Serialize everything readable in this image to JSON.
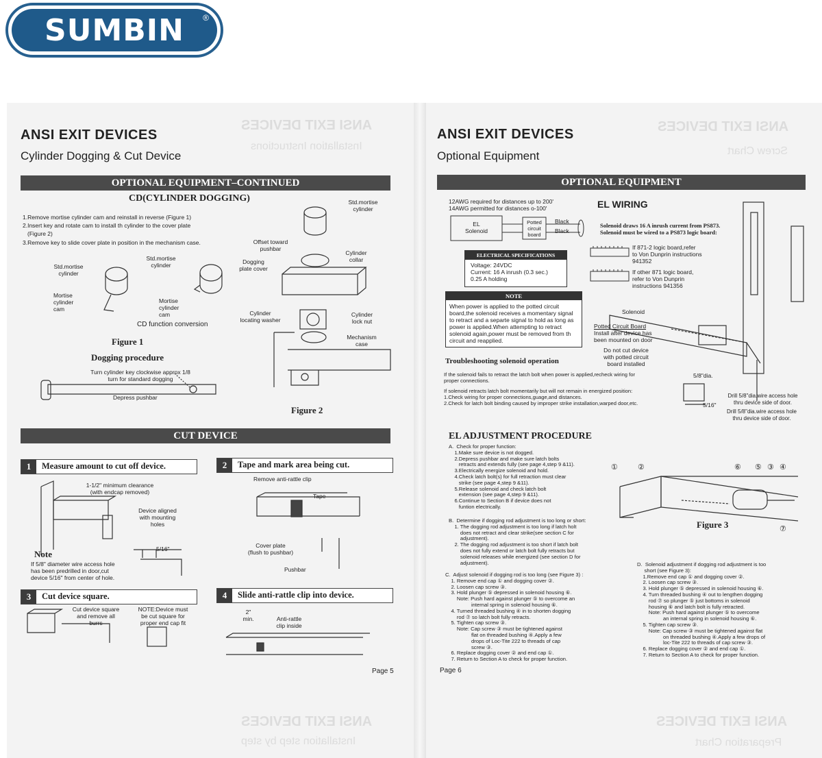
{
  "brand": {
    "logo_text": "SUMBIN",
    "reg_mark": "®"
  },
  "left_page": {
    "title": "ANSI EXIT DEVICES",
    "subtitle": "Cylinder Dogging & Cut Device",
    "section_bar": "OPTIONAL EQUIPMENT–CONTINUED",
    "cd_title": "CD(CYLINDER DOGGING)",
    "cd_steps": [
      "1.Remove mortise cylinder cam and reinstall in reverse (Figure 1)",
      "2.Insert key and rotate cam to install th cylinder to the cover plate",
      "(Figure 2)",
      "3.Remove key to slide cover plate in position in the mechanism case."
    ],
    "fig1_labels": {
      "std_mortise_1": "Std.mortise\ncylinder",
      "std_mortise_2": "Std.mortise\ncylinder",
      "mortise_cam_1": "Mortise\ncylinder\ncam",
      "mortise_cam_2": "Mortise\ncylinder\ncam",
      "conversion": "CD function conversion",
      "figure": "Figure 1",
      "procedure": "Dogging procedure",
      "turn_key": "Turn cylinder key clockwise approx 1/8\nturn for standard dogging",
      "depress": "Depress pushbar"
    },
    "fig2_labels": {
      "std_mortise": "Std.mortise\ncylinder",
      "offset": "Offset toward\npushbar",
      "cyl_collar": "Cylinder\ncollar",
      "dogging_cover": "Dogging\nplate cover",
      "cyl_washer": "Cylinder\nlocating washer",
      "cyl_nut": "Cylinder\nlock nut",
      "mech_case": "Mechanism\ncase",
      "figure": "Figure 2"
    },
    "cut_bar": "CUT DEVICE",
    "cut_steps": [
      {
        "num": "1",
        "label": "Measure amount to cut off device."
      },
      {
        "num": "2",
        "label": "Tape and mark area being cut."
      },
      {
        "num": "3",
        "label": "Cut device square."
      },
      {
        "num": "4",
        "label": "Slide anti-rattle clip into device."
      }
    ],
    "step1_labels": {
      "clearance": "1-1/2\" minimum clearance\n(with endcap removed)",
      "aligned": "Device aligned\nwith mounting\nholes",
      "dim": "5/16\"",
      "note_title": "Note",
      "note_text": "If 5/8\" diameter wire access hole\nhas been predrilled in door,cut\ndevice 5/16\" from center of hole."
    },
    "step2_labels": {
      "remove_clip": "Remove anti-rattle clip",
      "tape": "Tape",
      "cover_plate": "Cover plate\n(flush to pushbar)",
      "pushbar": "Pushbar"
    },
    "step3_labels": {
      "cut_square": "Cut device square\nand remove all\nburrs",
      "note": "NOTE:Device must\nbe cut square for\nproper end cap fit"
    },
    "step4_labels": {
      "dim": "2\"\nmin.",
      "clip_inside": "Anti-rattle\nclip inside"
    },
    "page": "Page 5"
  },
  "right_page": {
    "title": "ANSI EXIT DEVICES",
    "subtitle": "Optional Equipment",
    "section_bar": "OPTIONAL EQUIPMENT",
    "wiring_note": "12AWG required for distances up to 200'\n14AWG permitted for distances o-100'",
    "el_wiring": "EL WIRING",
    "box_solenoid": "EL\nSolenoid",
    "box_board": "Potted\ncircuit\nboard",
    "wire_black_1": "Black",
    "wire_black_2": "Black",
    "inrush": "Solenoid draws 16 A inrush current from PS873.\nSolenoid must be wired to a PS873 logic board:",
    "board_871_2": "If 871-2 logic board,refer\nto Von Dunprin instructions\n941352",
    "board_871": "If other 871 logic board,\nrefer to Von Dunprin\ninstructions 941356",
    "elec_spec_title": "ELECTRICAL SPECIFICATIONS",
    "elec_spec": "Voltage: 24VDC\nCurrent: 16 A inrush (0.3 sec.)\n0.25 A holding",
    "note_title": "NOTE",
    "note_text": "When power is applied to the potted circuit board,the solenoid receives a momentary signal to retract and a separte signal to hold as long as power is applied.When attempting to retract solenoid again,power must be removed from th circuit and reapplied.",
    "solenoid_label": "Solenoid",
    "potted_board": "Potted Circuit Board",
    "potted_board_sub": "Install after device has\nbeen mounted on door",
    "do_not_cut": "Do not cut device\nwith potted circuit\nboard installed",
    "dia": "5/8\"dia.",
    "dim_516": "5/16\"",
    "drill_1": "Drill 5/8\"dia.wire access hole\nthru device side of door.",
    "drill_2": "Drill 5/8\"dia.wire access hole\nthru device side of door.",
    "trouble_title": "Troubleshooting solenoid operation",
    "trouble_1": "If the solenoid fails to retract the latch bolt when power is applied,recheck wiring for\nproper connections.",
    "trouble_2": "If solenoid retracts latch bolt momentarily but will not remain in energized position:\n1.Check wiring for proper connections,guage,and distances.\n2.Check for latch bolt binding caused by improper strike installation,warped door,etc.",
    "adj_title": "EL ADJUSTMENT PROCEDURE",
    "adj_a": "A.  Check for proper function:\n    1.Make sure device is not dogged.\n    2.Depress pushbar and make sure latch bolts\n       retracts and extends fully (see page 4,step 9 &11).\n    3.Electrically energize solenoid and hold.\n    4.Check latch bolt(s) for full retraction must clear\n       strike (see page 4,step 9 &11).\n    5.Release solenoid and check latch bolt\n       extension (see page 4,step 9 &11).\n    6.Continue to Section B if device does not\n       funtion electrically.",
    "adj_b": "B.  Determine if dogging rod adjustment is too long or short:\n    1. The dogging rod adjustment is too long if latch holt\n        does not retract and clear strike(see section C for\n        adjustment).\n    2. The dogging rod adjustment is too short if latch bolt\n        does not fully extend or latch bolt fully retracts but\n        solenoid releases while energized (see section D for\n        adjustment).",
    "adj_c": "C.  Adjust solenoid if dogging rod is too long (see Figure 3) :\n    1. Remove end cap ① and dogging cover ②.\n    2. Loosen cap screw ③.\n    3. Hold plunger ⑤ depressed in solenoid housing ⑥.\n        Note: Push hard against plunger ⑤ to overcome an\n                  internal spring in solenoid housing ⑥.\n    4. Turned threaded bushing ④ in to shorten dogging\n        rod ⑦ so latch bolt fully retracts.\n    5. Tighten cap screw ③.\n        Note: Cap screw ③ must be tightened against\n                  flat on threaded bushing ④.Apply a few\n                  drops of Loc-Tite 222 to threads of cap\n                  screw ③.\n    6. Replace dogging cover ② and end cap ①.\n    7. Return to Section A to check for proper function.",
    "adj_d": "D.  Solenoid adjustment if dogging rod adjustment is too\n     short (see Figure 3):\n    1.Remove end cap ① and dogging cover ②.\n    2. Loosen cap screw ③.\n    3. Hold plunger ⑤ depressed in solenoid housing ⑥.\n    4. Turn threaded bushing ④ out to lengthen dogging\n        rod ⑦ so plunger ⑤ just bottoms in solenoid\n        housing ⑥ and latch bolt is fully retracted.\n        Note: Push hard against plunger ⑤ to overcome\n                  an internal spring in solenoid housing ⑥.\n    5. Tighten cap screw ③.\n        Note: Cap screw ③ must be tightened against flat\n                  on threaded bushing ④.Apply a few drops of\n                  loc-Tite 222 to threads of cap screw ③.\n    6. Replace dogging cover ② and end cap ①.\n    7. Return to Section A to check for proper function.",
    "fig3_nums": [
      "①",
      "②",
      "⑥",
      "⑤",
      "③",
      "④",
      "⑦"
    ],
    "fig3_title": "Figure 3",
    "page": "Page 6"
  },
  "ghosts": {
    "left_top_1": "ANSI EXIT DEVICES",
    "left_top_2": "Installation Instructions",
    "right_top_1": "ANSI EXIT DEVICES",
    "right_top_2": "Screw Chart",
    "left_bot_1": "ANSI EXIT DEVICES",
    "left_bot_2": "Installation step by step",
    "right_bot_1": "ANSI EXIT DEVICES",
    "right_bot_2": "Preparation Chart"
  }
}
